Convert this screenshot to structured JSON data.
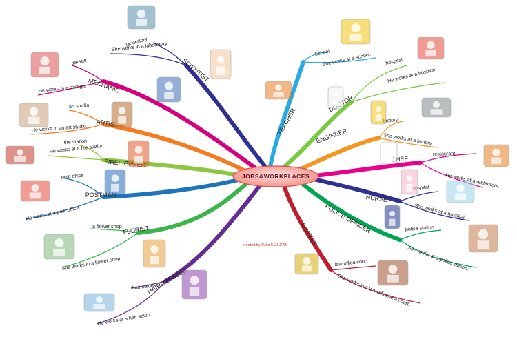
{
  "center": {
    "title": "JOBS&WORKPLACES",
    "fill": "#f4a6a0",
    "stroke": "#d9534f"
  },
  "credit": "created by Tuba KIZILKAN",
  "branches": [
    {
      "key": "scientist",
      "label": "SCIENTIST",
      "color": "#2e3192",
      "place": "laboratory",
      "sentence": "She works in a laboratory."
    },
    {
      "key": "mechanic",
      "label": "MECHANIC",
      "color": "#d6007f",
      "place": "garage",
      "sentence": "He works in a garage."
    },
    {
      "key": "artist",
      "label": "ARTIST",
      "color": "#f47b20",
      "place": "art studio",
      "sentence": "He works in an art studio."
    },
    {
      "key": "firefighter",
      "label": "FIREFIGHTER",
      "color": "#8dc63f",
      "place": "fire station",
      "sentence": "He works at a fire station."
    },
    {
      "key": "postman",
      "label": "POSTMAN",
      "color": "#1c75bc",
      "place": "post office",
      "sentence": "He works at a post office."
    },
    {
      "key": "florist",
      "label": "FLORIST",
      "color": "#39b54a",
      "place": "a flower shop",
      "sentence": "She works in a flower shop."
    },
    {
      "key": "hairdresser",
      "label": "HAIRDRESSER",
      "color": "#662d91",
      "place": "hair salon",
      "sentence": "He works at a hair salon."
    },
    {
      "key": "teacher",
      "label": "TEACHER",
      "color": "#29abe2",
      "place": "School",
      "sentence": "She works at a school."
    },
    {
      "key": "doctor",
      "label": "DOCTOR",
      "color": "#7ac943",
      "place": "hospital",
      "sentence": "He works at a hospital."
    },
    {
      "key": "engineer",
      "label": "ENGINEER",
      "color": "#f7941d",
      "place": "factory",
      "sentence": "She works at a factory."
    },
    {
      "key": "chef",
      "label": "CHEF",
      "color": "#ec008c",
      "place": "restaurant",
      "sentence": "He works at a restaurant."
    },
    {
      "key": "nurse",
      "label": "NURSE",
      "color": "#2e3192",
      "place": "hospital",
      "sentence": "She works at a hospital."
    },
    {
      "key": "police",
      "label": "POLICE OFFICER",
      "color": "#00a651",
      "place": "police station",
      "sentence": "She works at a police station."
    },
    {
      "key": "lawyer",
      "label": "LAWYER",
      "color": "#be1e2d",
      "place": "law office/court",
      "sentence": "She works in a law office/at a court."
    }
  ]
}
